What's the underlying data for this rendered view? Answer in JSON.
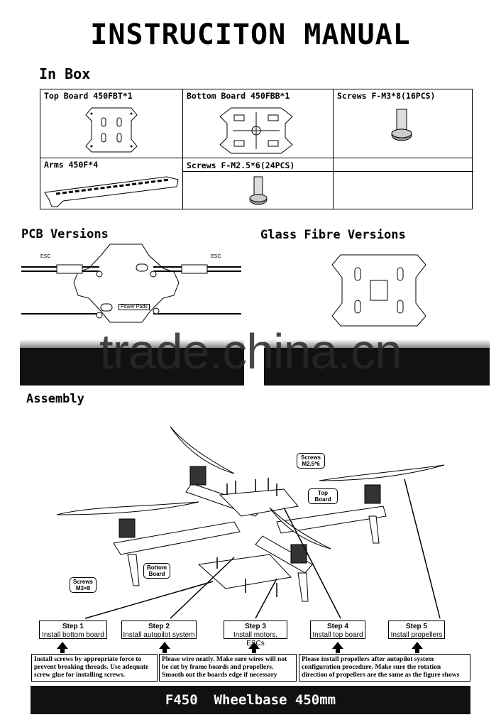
{
  "title": "INSTRUCITON MANUAL",
  "in_box": {
    "heading": "In Box",
    "items": [
      "Top Board  450FBT*1",
      "Bottom Board 450FBB*1",
      "Screws F-M3*8(16PCS)",
      "Arms 450F*4",
      "Screws F-M2.5*6(24PCS)"
    ]
  },
  "versions": {
    "pcb_heading": "PCB Versions",
    "glass_heading": "Glass Fibre Versions",
    "esc_left": "ESC",
    "esc_right": "ESC",
    "power_pads": "Power Pads"
  },
  "watermark": "trade.china.cn",
  "assembly": {
    "heading": "Assembly",
    "callouts": {
      "screws_m25": [
        "Screws",
        "M2.5*6"
      ],
      "top_board": "Top Board",
      "bottom_board": [
        "Bottom",
        "Board"
      ],
      "screws_m3": [
        "Screws",
        "M3×8"
      ]
    },
    "steps": [
      {
        "name": "Step 1",
        "desc": "Install bottom board"
      },
      {
        "name": "Step 2",
        "desc": "Install autopilot system"
      },
      {
        "name": "Step 3",
        "desc": "Install motors, ESCs"
      },
      {
        "name": "Step 4",
        "desc": "Install top board"
      },
      {
        "name": "Step 5",
        "desc": "Install propellers"
      }
    ],
    "notes": [
      "Install screws by appropriate force to prevent breaking threads. Use adequate screw glue for installing screws.",
      "Please wire neatly. Make sure wires will not be cut by frame boards and propellers. Smooth out the boards edge if necessary",
      "Please install propellers after autopilot system configuration procedure. Make sure the rotation direction of propellers are the same as the figure shows"
    ]
  },
  "footer": "F450  Wheelbase 450mm"
}
